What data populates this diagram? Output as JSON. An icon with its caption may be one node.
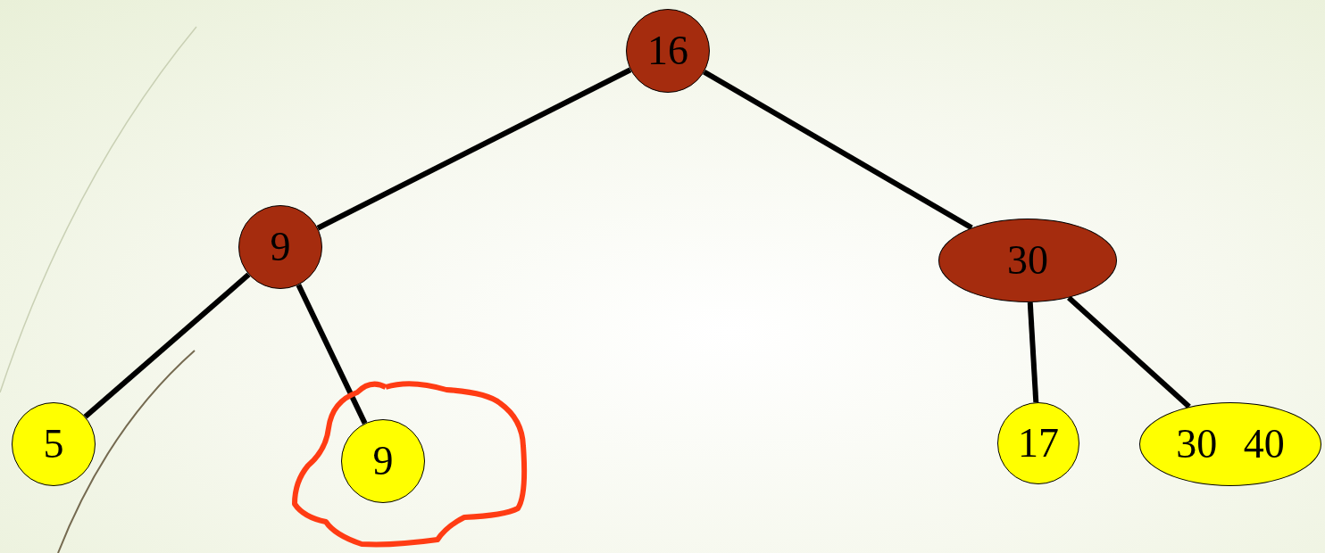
{
  "diagram": {
    "nodes": [
      {
        "text": [
          "16"
        ]
      },
      {
        "text": [
          "9"
        ]
      },
      {
        "text": [
          "30"
        ]
      },
      {
        "text": [
          "5"
        ]
      },
      {
        "text": [
          "9"
        ]
      },
      {
        "text": [
          "17"
        ]
      },
      {
        "text": [
          "30 40"
        ]
      }
    ],
    "edges": [
      {
        "from": 0,
        "to": 1,
        "arrow": "none"
      },
      {
        "from": 0,
        "to": 2,
        "arrow": "none"
      },
      {
        "from": 1,
        "to": 3,
        "arrow": "none"
      },
      {
        "from": 1,
        "to": 4,
        "arrow": "none"
      },
      {
        "from": 2,
        "to": 5,
        "arrow": "none"
      },
      {
        "from": 2,
        "to": 6,
        "arrow": "none"
      }
    ]
  }
}
